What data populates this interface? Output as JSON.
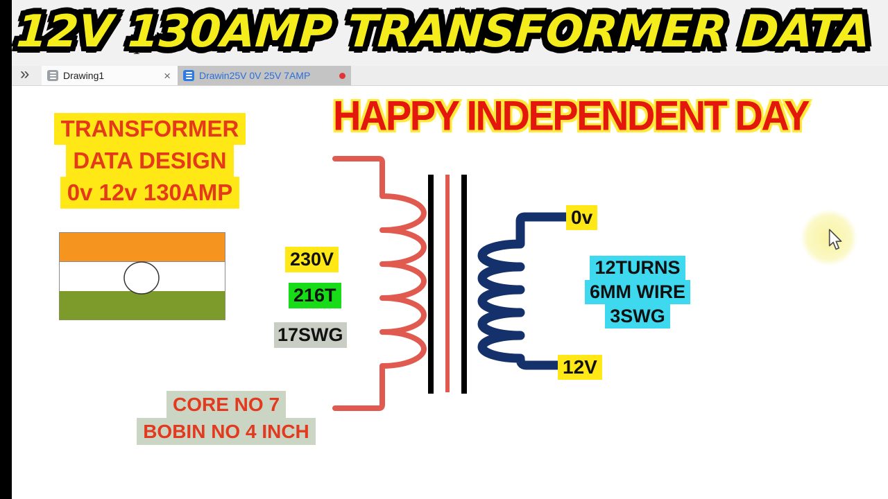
{
  "window": {
    "left_bar_color": "#000000",
    "topbar": {
      "underline_glyph": "U",
      "italic_glyph": "I"
    },
    "tab_bar": {
      "overflow_chevron": "»",
      "tabs": [
        {
          "label": "Drawing1",
          "close_glyph": "×"
        },
        {
          "label": "Drawin25V 0V 25V 7AMP",
          "modified_dot_color": "#E23434",
          "text_color": "#2A6FD8"
        }
      ]
    }
  },
  "banner": {
    "text": "12V  130AMP TRANSFORMER DATA",
    "fill": "#F5ED1B",
    "outline": "#000000"
  },
  "greeting": {
    "text": "HAPPY INDEPENDENT DAY",
    "fill": "#E3170C",
    "outline": "#FFEB2E"
  },
  "design_note": {
    "lines": [
      "TRANSFORMER",
      "DATA DESIGN",
      "0v 12v 130AMP"
    ],
    "text_color": "#E53A1A",
    "highlight": "#FFE815"
  },
  "flag": {
    "saffron": "#F5941E",
    "white": "#FFFFFF",
    "green": "#7C9B2B",
    "chakra_outline": "#333333",
    "border": "#8a8a8a"
  },
  "primary": {
    "voltage": {
      "text": "230V",
      "highlight": "#FFE815"
    },
    "turns": {
      "text": "216T",
      "highlight": "#17DC17"
    },
    "wire_gauge": {
      "text": "17SWG",
      "highlight": "#C8CEC3"
    }
  },
  "secondary": {
    "tap_top": {
      "text": "0v",
      "highlight": "#FFE815"
    },
    "tap_bottom": {
      "text": "12V",
      "highlight": "#FFE815"
    },
    "spec": {
      "lines": [
        "12TURNS",
        "6MM WIRE",
        "3SWG"
      ],
      "highlight": "#3FD9EF",
      "text_color": "#101010"
    }
  },
  "core_note": {
    "lines": [
      "CORE NO 7",
      "BOBIN NO 4 INCH"
    ],
    "text_color": "#E23A1E",
    "highlight": "#CBD5C3"
  },
  "diagram": {
    "primary_color": "#E05A50",
    "secondary_color": "#14316B",
    "core_color": "#000000",
    "core_center_color": "#E05A50"
  }
}
